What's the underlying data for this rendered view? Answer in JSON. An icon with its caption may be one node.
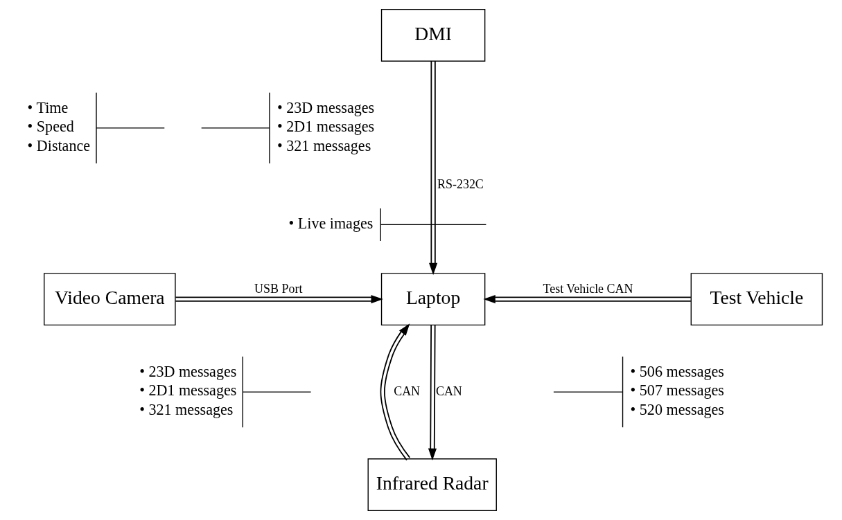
{
  "diagram": {
    "nodes": [
      {
        "text": [
          "DMI"
        ]
      },
      {
        "text": [
          "• Time",
          "• Speed",
          "• Distance"
        ]
      },
      {
        "text": [
          "• 23D messages",
          "• 2D1 messages",
          "• 321 messages"
        ]
      },
      {
        "text": [
          "• Live images"
        ]
      },
      {
        "text": [
          "Video Camera"
        ]
      },
      {
        "text": [
          "Laptop"
        ]
      },
      {
        "text": [
          "Test Vehicle"
        ]
      },
      {
        "text": [
          "• 23D messages",
          "• 2D1 messages",
          "• 321 messages"
        ]
      },
      {
        "text": [
          "• 506 messages",
          "• 507 messages",
          "• 520 messages"
        ]
      },
      {
        "text": [
          "Infrared Radar"
        ]
      }
    ],
    "edges": [
      {
        "from": 0,
        "to": 5,
        "arrow": "to",
        "label": "RS-232C"
      },
      {
        "from": 4,
        "to": 5,
        "arrow": "to",
        "label": "USB Port"
      },
      {
        "from": 6,
        "to": 5,
        "arrow": "to",
        "label": "Test Vehicle CAN"
      },
      {
        "from": 5,
        "to": 9,
        "arrow": "to",
        "label": "CAN"
      },
      {
        "from": 9,
        "to": 5,
        "arrow": "to",
        "label": "CAN"
      },
      {
        "from": 1,
        "to": null,
        "arrow": "none"
      },
      {
        "from": 3,
        "to": null,
        "arrow": "none"
      },
      {
        "from": 2,
        "to": null,
        "arrow": "none"
      },
      {
        "from": 7,
        "to": null,
        "arrow": "none"
      },
      {
        "from": 8,
        "to": null,
        "arrow": "none"
      }
    ]
  }
}
